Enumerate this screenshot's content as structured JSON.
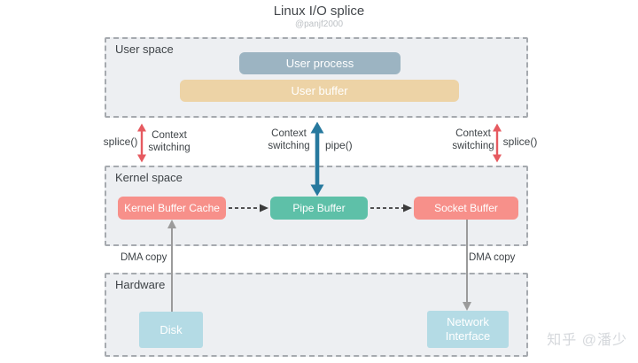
{
  "header": {
    "title": "Linux I/O splice",
    "subtitle": "@panjf2000"
  },
  "regions": {
    "user_space": {
      "label": "User space"
    },
    "kernel_space": {
      "label": "Kernel space"
    },
    "hardware": {
      "label": "Hardware"
    }
  },
  "nodes": {
    "user_process": {
      "label": "User process",
      "color": "#9cb4c2"
    },
    "user_buffer": {
      "label": "User buffer",
      "color": "#edd3a6"
    },
    "kernel_buffer_cache": {
      "label": "Kernel Buffer Cache",
      "color": "#f7908a"
    },
    "pipe_buffer": {
      "label": "Pipe Buffer",
      "color": "#5ec0a8"
    },
    "socket_buffer": {
      "label": "Socket Buffer",
      "color": "#f7908a"
    },
    "disk": {
      "label": "Disk",
      "color": "#b4dbe5"
    },
    "network_interface": {
      "label": "Network Interface",
      "color": "#b4dbe5"
    }
  },
  "edge_labels": {
    "splice_left": "splice()",
    "context_switching_left": "Context switching",
    "context_switching_middle": "Context switching",
    "pipe": "pipe()",
    "context_switching_right": "Context switching",
    "splice_right": "splice()",
    "dma_copy_left": "DMA copy",
    "dma_copy_right": "DMA copy"
  },
  "arrow_colors": {
    "context_switch_red": "#e65a60",
    "pipe_blue": "#27799e",
    "dma_gray": "#9b9b9b",
    "buffer_copy_dark": "#3b3b3b"
  },
  "watermark": "知乎 @潘少"
}
